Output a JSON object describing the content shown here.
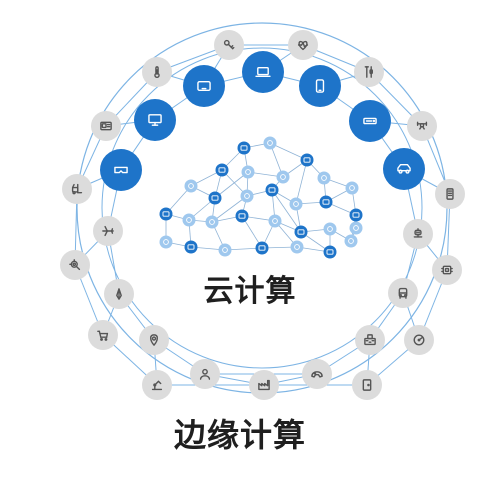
{
  "diagram": {
    "cloud_label": "云计算",
    "edge_label": "边缘计算",
    "colors": {
      "primary": "#1e74c9",
      "light": "#9fc8ee",
      "grey_node": "#dcdcdc",
      "ring": "#7db4e4",
      "text": "#1f1f1f"
    },
    "devices": [
      {
        "name": "key-icon",
        "style": "grey"
      },
      {
        "name": "heartbeat-icon",
        "style": "grey"
      },
      {
        "name": "thermometer-icon",
        "style": "grey"
      },
      {
        "name": "tablet-icon",
        "style": "blue"
      },
      {
        "name": "laptop-icon",
        "style": "blue"
      },
      {
        "name": "smartphone-icon",
        "style": "blue"
      },
      {
        "name": "tools-icon",
        "style": "grey"
      },
      {
        "name": "id-card-icon",
        "style": "grey"
      },
      {
        "name": "desktop-icon",
        "style": "blue"
      },
      {
        "name": "server-icon",
        "style": "blue"
      },
      {
        "name": "drone-icon",
        "style": "grey"
      },
      {
        "name": "vr-headset-icon",
        "style": "blue"
      },
      {
        "name": "car-icon",
        "style": "blue"
      },
      {
        "name": "forklift-icon",
        "style": "grey"
      },
      {
        "name": "panel-icon",
        "style": "grey"
      },
      {
        "name": "airplane-icon",
        "style": "grey"
      },
      {
        "name": "robot-icon",
        "style": "grey"
      },
      {
        "name": "gear-search-icon",
        "style": "grey"
      },
      {
        "name": "chip-icon",
        "style": "grey"
      },
      {
        "name": "spike-icon",
        "style": "grey"
      },
      {
        "name": "bus-icon",
        "style": "grey"
      },
      {
        "name": "cart-icon",
        "style": "grey"
      },
      {
        "name": "map-pin-icon",
        "style": "grey"
      },
      {
        "name": "building-icon",
        "style": "grey"
      },
      {
        "name": "gauge-icon",
        "style": "grey"
      },
      {
        "name": "robot-arm-icon",
        "style": "grey"
      },
      {
        "name": "person-icon",
        "style": "grey"
      },
      {
        "name": "factory-icon",
        "style": "grey"
      },
      {
        "name": "gamepad-icon",
        "style": "grey"
      },
      {
        "name": "door-icon",
        "style": "grey"
      }
    ]
  }
}
